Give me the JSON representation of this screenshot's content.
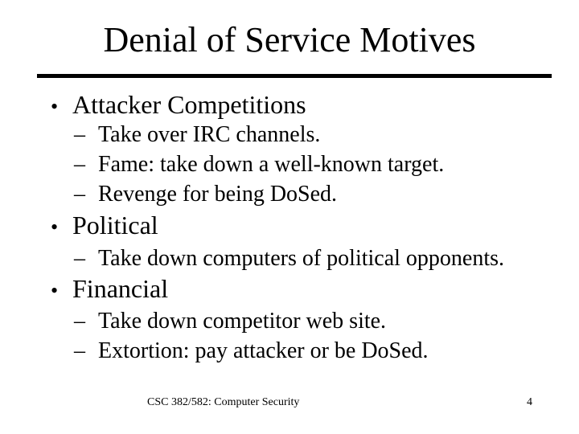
{
  "slide": {
    "title": "Denial of Service Motives",
    "bullet_char": "•",
    "dash_char": "–",
    "sections": [
      {
        "heading": "Attacker Competitions",
        "subitems": [
          "Take over IRC channels.",
          "Fame: take down a well-known target.",
          "Revenge for being DoSed."
        ]
      },
      {
        "heading": "Political",
        "subitems": [
          "Take down computers of political opponents."
        ]
      },
      {
        "heading": "Financial",
        "subitems": [
          "Take down competitor web site.",
          "Extortion: pay attacker or be DoSed."
        ]
      }
    ],
    "footer": "CSC 382/582: Computer Security",
    "page_number": "4",
    "colors": {
      "background": "#ffffff",
      "text": "#000000",
      "rule": "#000000"
    }
  }
}
